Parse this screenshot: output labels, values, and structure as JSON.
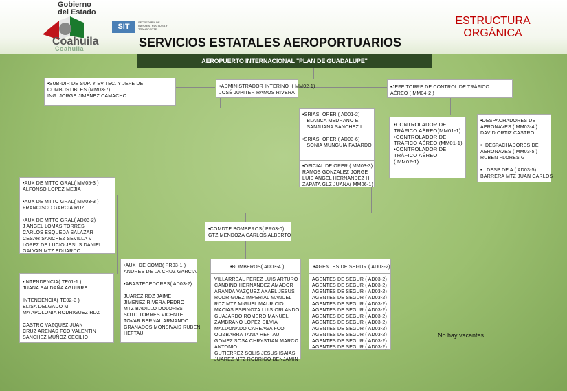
{
  "header": {
    "gobierno_line1": "Gobierno",
    "gobierno_line2": "del Estado",
    "coahuila": "Coahuila",
    "coahuila_sub": "Coahuila",
    "sit_label": "SIT",
    "sit_text": "SECRETARÍA DE INFRAESTRUCTURA Y TRANSPORTE",
    "title": "SERVICIOS ESTATALES AEROPORTUARIOS",
    "side_title": "ESTRUCTURA ORGÁNICA",
    "airport": "AEROPUERTO INTERNACIONAL \"PLAN DE GUADALUPE\""
  },
  "colors": {
    "title_red": "#c00000",
    "bar_green": "#2f4a24",
    "background": "#9cc070"
  },
  "boxes": {
    "subdir": "•SUB-DIR DE SUP. Y EV.TEC. Y JEFE DE\nCOMBUSTIBLES (MM03-7)\nING. JORGE JIMENEZ CAMACHO",
    "admin": "•ADMINISTRADOR INTERINO  ( MM02-1)\nJOSÉ JÚPITER RAMOS RIVERA",
    "jefe_torre": "•JEFE TORRE DE CONTROL DE TRÁFICO\nAÉREO ( MM04-2 )",
    "srias": "•SRIAS  OPER ( AD01-2)\n   BLANCA MEDRANO E\n   SANJUANA SANCHEZ L\n\n•SRIAS  OPER ( AD03-6)\n   SONIA MUNGUIA FAJARDO",
    "oficial": "•OFICIAL DE OPER ( MM03-3)\nRAMOS GONZALEZ JORGE\nLUIS ANGEL HERNANDEZ H\nZAPATA GLZ JUANA( MM06-1)",
    "controlador": "•CONTROLADOR DE\nTRÁFICO AÉREO(MM01-1)\n•CONTROLADOR DE\nTRÁFICO AÉREO (MM01-1)\n•CONTROLADOR DE\nTRÁFICO AÉREO\n( MM02-1)",
    "despachadores": "•DESPACHADORES DE\nAERONAVES ( MM03-4 )\nDAVID ORTIZ CASTRO\n\n•  DESPACHADORES DE\nAERONAVES ( MM03-5 )\nRUBEN FLORES G\n\n•   DESP DE A ( AD03-5)\nBARRERA MTZ JUAN CARLOS",
    "aux_mtto": "•AUX DE MTTO GRAL( MM05-3 )\nALFONSO LOPEZ MEJIA\n\n•AUX DE MTTO GRAL( MM03-3 )\nFRANCISCO GARCIA RDZ\n\n•AUX DE MTTO GRAL( AD03-2)\nJ ANGEL LOMAS TORRES\nCARLOS ESQUEDA SALAZAR\nCESAR SANCHEZ SEVILLA V\nLOPEZ DE LUCIO JESUS DANIEL\nGALVAN MTZ EDUARDO",
    "comdte": "•COMDTE BOMBEROS( PR03-0)\nGTZ MENDOZA CARLOS ALBERTO",
    "intendencia": "•INTENDENCIA( TE01-1 )\nJUANA SALDAÑA AGUIRRE\n\nINTENDENCIA( TE02-3 )\nELISA DELGADO M\nMA APOLONIA RODRIGUEZ RDZ\n\nCASTRO VAZQUEZ JUAN\nCRUZ ARENAS FCO VALENTIN\nSANCHEZ MUÑOZ CECILIO",
    "aux_comb": "•AUX  DE COMB( PR03-1 )\nANDRES DE LA CRUZ GARCIA",
    "abastecedores": "•ABASTECEDORES( AD03-2)\n\nJUAREZ RDZ JAIME\nJIMENEZ RIVERA PEDRO\nMTZ BADILLO DOLORES\nSOTO TORRES VICENTE\nTOVAR BERNAL ARMANDO\nGRANADOS MONSIVAIS RUBEN\nHEFTAU",
    "bomberos_head": "•BOMBEROS( AD03-4 )",
    "bomberos_list": "VILLARREAL PEREZ LUIS ARTURO\nCANDINO HERNANDEZ AMADOR\nARANDA VAZQUEZ AXAEL JESUS\nRODRIGUEZ IMPERIAL MANUEL\nRDZ MTZ MIGUEL MAURICIO\nMACIAS ESPINOZA LUIS ORLANDO\nGUAJARDO ROMERO MANUEL\nZAMBRANO LOPEZ SILVIA\nMALDONADO CAREAGA FCO\nOLIZBARRA TANIA HEFTAU\nGOMEZ SOSA CHRYSTIAN MARCO\nANTONIO\nGUTIERREZ SOLIS JESUS ISAIAS\nJUAREZ MTZ RODRIGO BENJAMIN",
    "agentes_head": "•AGENTES DE SEGUR ( AD03-2)",
    "agentes_list": "AGENTES DE SEGUR ( AD03-2)\nAGENTES DE SEGUR ( AD03-2)\nAGENTES DE SEGUR ( AD03-2)\nAGENTES DE SEGUR ( AD03-2)\nAGENTES DE SEGUR ( AD03-2)\nAGENTES DE SEGUR ( AD03-2)\nAGENTES DE SEGUR ( AD03-2)\nAGENTES DE SEGUR ( AD03-2)\nAGENTES DE SEGUR ( AD03-2)\nAGENTES DE SEGUR ( AD03-2)\nAGENTES DE SEGUR ( AD03-2)\nAGENTES DE SEGUR ( AD03-2)",
    "no_vacantes": "No hay vacantes"
  }
}
